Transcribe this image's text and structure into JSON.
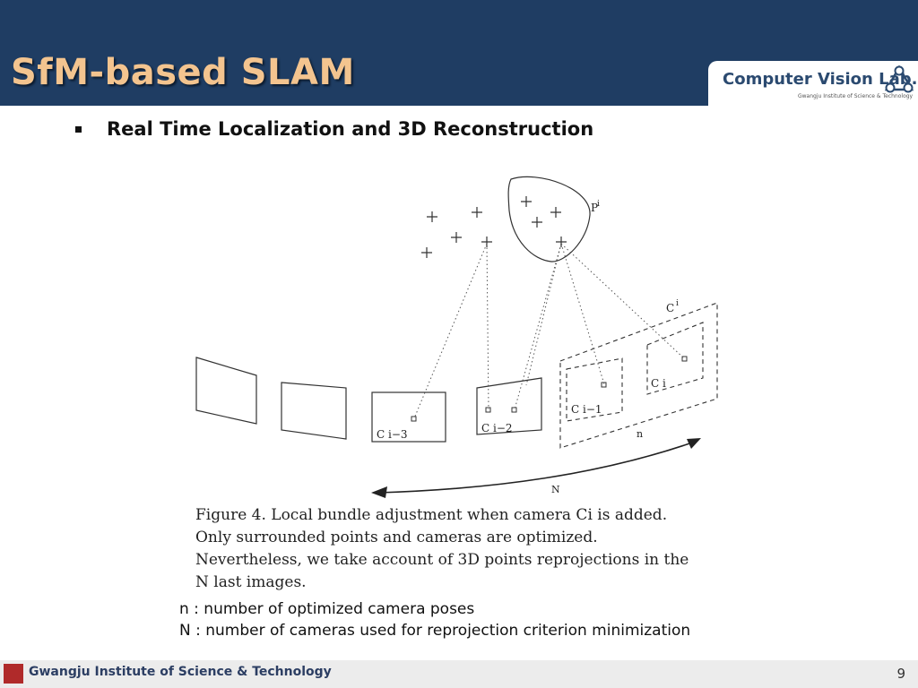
{
  "slide": {
    "title": "SfM-based SLAM",
    "bullet": "Real Time Localization and 3D Reconstruction",
    "page_number": "9"
  },
  "logo": {
    "lab_name": "Computer Vision Lab.",
    "institute_line": "Gwangju Institute of Science & Technology"
  },
  "figure": {
    "labels": {
      "point_set": "P",
      "point_set_sup": "i",
      "camera_set": "C",
      "camera_set_sup": "i",
      "cam_i3": "C i−3",
      "cam_i2": "C i−2",
      "cam_i1": "C i−1",
      "cam_i": "C i",
      "small_n": "n",
      "big_n": "N"
    },
    "caption": "Figure 4. Local bundle adjustment when camera Ci is added. Only surrounded points and cameras are optimized. Nevertheless, we take account of 3D points reprojections in the N last images."
  },
  "notes": {
    "line1": "n : number of optimized camera poses",
    "line2": "N : number of cameras used for reprojection criterion minimization"
  },
  "footer": {
    "institute": "Gwangju Institute of Science & Technology"
  }
}
